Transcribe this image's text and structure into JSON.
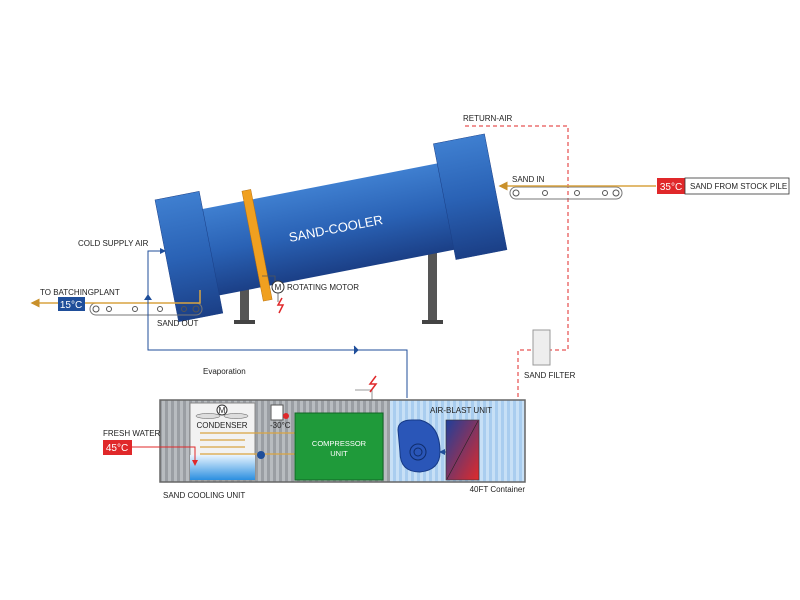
{
  "title": "SAND-COOLER",
  "labels": {
    "return_air": "RETURN-AIR",
    "sand_in": "SAND IN",
    "sand_in_temp": "35°C",
    "sand_from_stock_pile": "SAND FROM STOCK PILE",
    "cold_supply_air": "COLD SUPPLY AIR",
    "to_batching_plant": "TO BATCHINGPLANT",
    "sand_out_temp": "15°C",
    "sand_out": "SAND OUT",
    "rotating_motor": "ROTATING MOTOR",
    "motor_symbol": "M",
    "sand_filter": "SAND FILTER",
    "evaporation": "Evaporation",
    "fresh_water": "FRESH WATER",
    "fresh_water_temp": "45°C",
    "condenser": "CONDENSER",
    "thermo_temp": "-30°C",
    "compressor_line1": "COMPRESSOR",
    "compressor_line2": "UNIT",
    "air_blast_unit": "AIR-BLAST UNIT",
    "sand_cooling_unit": "SAND COOLING UNIT",
    "container": "40FT Container"
  },
  "colors": {
    "cooler_blue": "#2a5fae",
    "hot_red": "#e0282a",
    "cold_blue": "#1f4e9a",
    "sand_orange": "#d9a441",
    "compressor_green": "#1f9a3a"
  }
}
